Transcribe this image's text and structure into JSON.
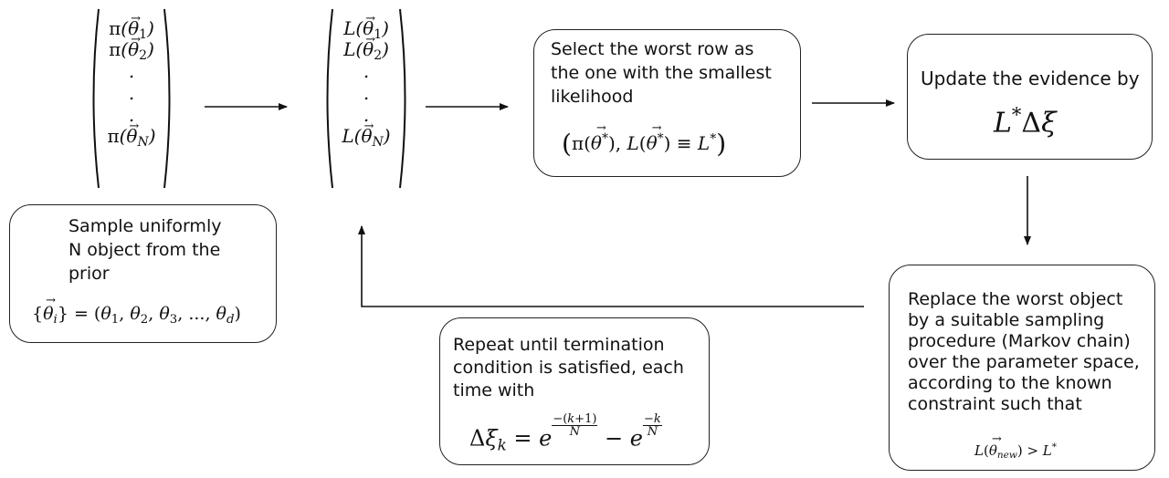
{
  "prior_vector": {
    "rows": [
      "π(θ₁)",
      "π(θ₂)",
      ".",
      ".",
      ".",
      "π(θN)"
    ]
  },
  "likelihood_vector": {
    "rows": [
      "L(θ₁)",
      "L(θ₂)",
      ".",
      ".",
      ".",
      "L(θN)"
    ]
  },
  "sample_box": {
    "text": [
      "Sample uniformly",
      "N object from the",
      "prior"
    ],
    "formula": "{θi} = (θ1, θ2, θ3, ..., θd)"
  },
  "select_box": {
    "text": [
      "Select the worst row as",
      "the one with the smallest",
      "likelihood"
    ],
    "formula": "(π(θ*), L(θ*) ≡ L*)"
  },
  "update_box": {
    "text": "Update the evidence by",
    "formula": "L*Δξ"
  },
  "replace_box": {
    "text": [
      "Replace the worst object",
      "by a suitable sampling",
      "procedure (Markov chain)",
      "over the parameter space,",
      "according to the known",
      "constraint such that"
    ],
    "formula": "L(θnew) > L*"
  },
  "repeat_box": {
    "text": [
      "Repeat until termination",
      "condition is satisfied, each",
      "time with"
    ],
    "formula": "Δξk = e^(−(k+1)/N) − e^(−k/N)"
  }
}
